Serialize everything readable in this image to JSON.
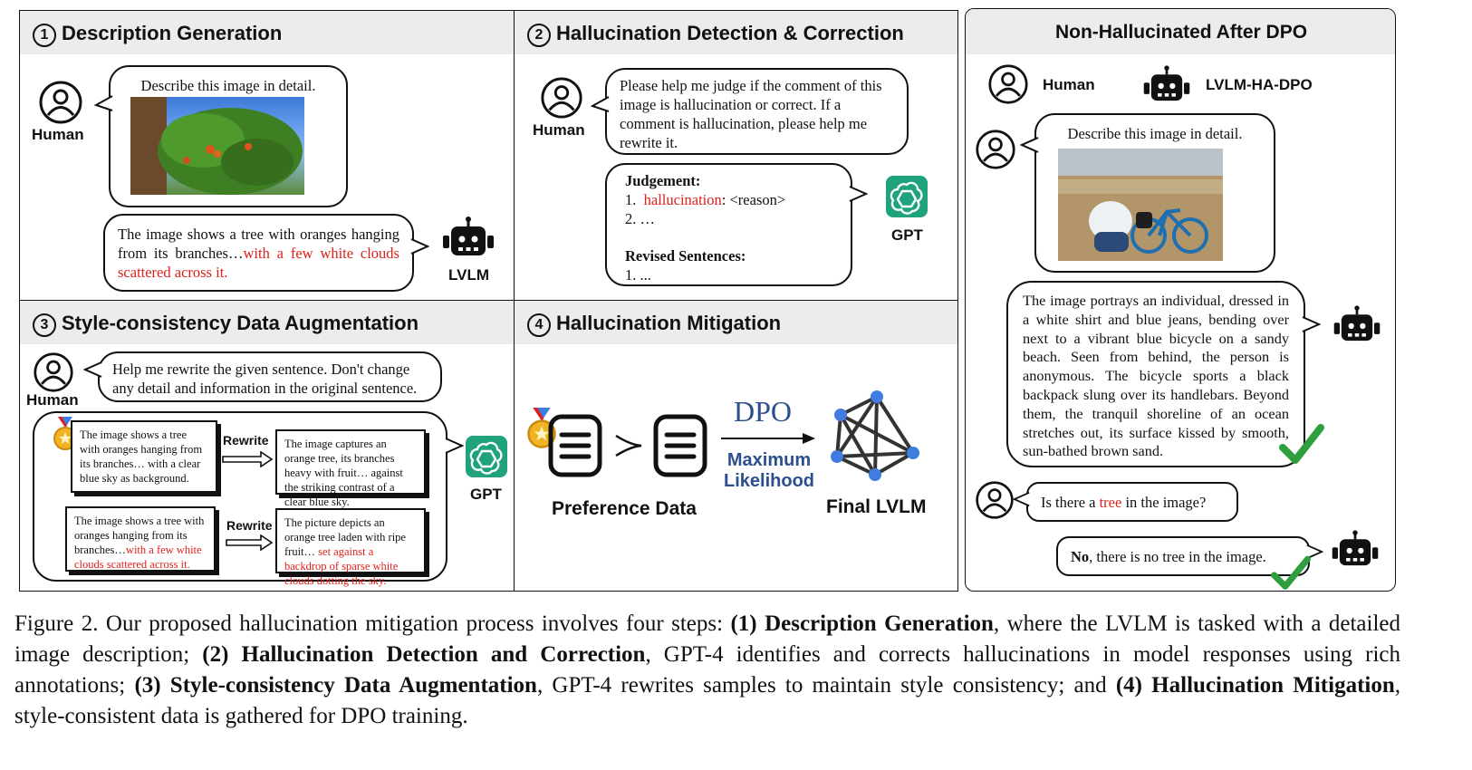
{
  "panels": {
    "p1": {
      "num": "1",
      "title": "Description Generation"
    },
    "p2": {
      "num": "2",
      "title": "Hallucination Detection & Correction"
    },
    "p3": {
      "num": "3",
      "title": "Style-consistency Data Augmentation"
    },
    "p4": {
      "num": "4",
      "title": "Hallucination Mitigation"
    },
    "right": {
      "title": "Non-Hallucinated After DPO"
    }
  },
  "labels": {
    "human": "Human",
    "lvlm": "LVLM",
    "gpt": "GPT",
    "lvlm_ha_dpo": "LVLM-HA-DPO"
  },
  "p1": {
    "prompt": "Describe this image in detail.",
    "response_plain": "The image shows a tree with oranges hanging from its branches…",
    "response_red": "with a few white clouds scattered across it."
  },
  "p2": {
    "prompt": "Please help me judge if the comment of this image is hallucination or correct. If a comment is hallucination, please help me rewrite it.",
    "judgement_label": "Judgement:",
    "item1_num": "1.",
    "item1_red": "hallucination",
    "item1_rest": ": <reason>",
    "item2": "2. …",
    "revised_label": "Revised Sentences:",
    "revised_item": "1. ..."
  },
  "p3": {
    "prompt": "Help me rewrite the given sentence. Don't change any detail and information in the original sentence.",
    "rewrite": "Rewrite",
    "card1": "The image shows a tree with oranges hanging from its branches… with a clear blue sky as background.",
    "card2": "The image captures an orange tree, its branches heavy with fruit… against the striking contrast of a clear blue sky.",
    "card3_plain": "The image shows a tree with oranges hanging from its branches…",
    "card3_red": "with a few white clouds scattered across it.",
    "card4_plain": "The picture depicts an orange tree laden with ripe fruit…",
    "card4_red": "set against a backdrop of sparse white clouds dotting the sky."
  },
  "p4": {
    "dpo": "DPO",
    "max_likelihood_1": "Maximum",
    "max_likelihood_2": "Likelihood",
    "preference": "Preference Data",
    "final": "Final LVLM"
  },
  "right": {
    "prompt": "Describe this image in detail.",
    "response": "The image portrays an individual, dressed in a white shirt and blue jeans, bending over next to a vibrant blue bicycle on a sandy beach. Seen from behind, the person is anonymous. The bicycle sports a black backpack slung over its handlebars. Beyond them, the tranquil shoreline of an ocean stretches out, its surface kissed by smooth, sun-bathed brown sand.",
    "q_pre": "Is there a ",
    "q_red": "tree",
    "q_post": " in the image?",
    "a_bold": "No",
    "a_rest": ", there is no tree in the image."
  },
  "caption": {
    "prefix": "Figure 2.  Our proposed hallucination mitigation process involves four steps: ",
    "s1": "(1) Description Generation",
    "t1": ", where the LVLM is tasked with a detailed image description; ",
    "s2": "(2) Hallucination Detection and Correction",
    "t2": ", GPT-4 identifies and corrects hallucinations in model responses using rich annotations; ",
    "s3": "(3) Style-consistency Data Augmentation",
    "t3": ", GPT-4 rewrites samples to maintain style consistency; and ",
    "s4": "(4) Hallucination Mitigation",
    "t4": ", style-consistent data is gathered for DPO training."
  },
  "colors": {
    "red": "#e0201b",
    "dpo_blue": "#2b4f8f",
    "gpt_green": "#1fa37f",
    "check_green": "#2e9e3e",
    "node_blue": "#3f7de0",
    "header_gray": "#ececec"
  },
  "icons": [
    "human-icon",
    "robot-icon",
    "gpt-logo-icon",
    "medal-icon",
    "document-icon",
    "network-icon",
    "checkmark-icon",
    "arrow-icon"
  ]
}
